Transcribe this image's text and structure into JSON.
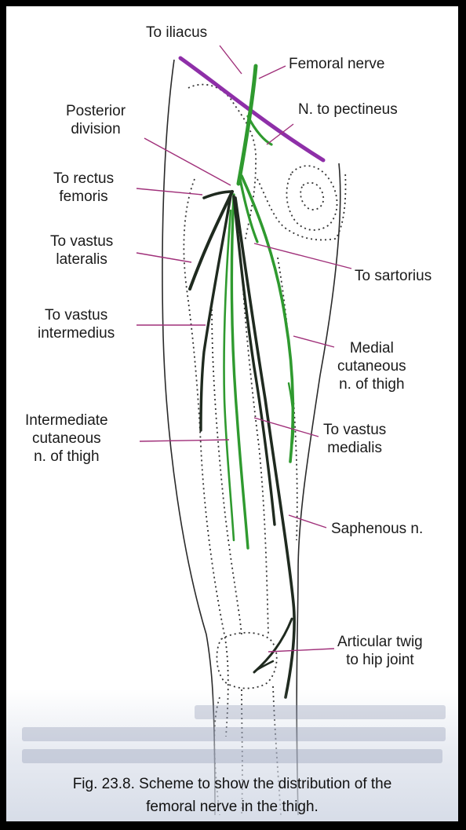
{
  "labels": {
    "to_iliacus": "To iliacus",
    "femoral_nerve": "Femoral nerve",
    "n_to_pectineus": "N. to pectineus",
    "posterior_division": "Posterior\ndivision",
    "to_rectus_femoris": "To rectus\nfemoris",
    "to_vastus_lateralis": "To vastus\nlateralis",
    "to_sartorius": "To sartorius",
    "to_vastus_intermedius": "To vastus\nintermedius",
    "medial_cutaneous": "Medial\ncutaneous\nn. of thigh",
    "intermediate_cutaneous": "Intermediate\ncutaneous\nn. of thigh",
    "to_vastus_medialis": "To vastus\nmedialis",
    "saphenous": "Saphenous n.",
    "articular_twig": "Articular twig\nto hip joint"
  },
  "caption": "Fig. 23.8. Scheme to show the distribution of the\nfemoral nerve in the thigh.",
  "colors": {
    "nerve_green": "#2f9a2f",
    "nerve_dark": "#1f2a1f",
    "inguinal_purple": "#8e2fa8",
    "leader": "#a0307a",
    "outline": "#2a2a2a"
  }
}
